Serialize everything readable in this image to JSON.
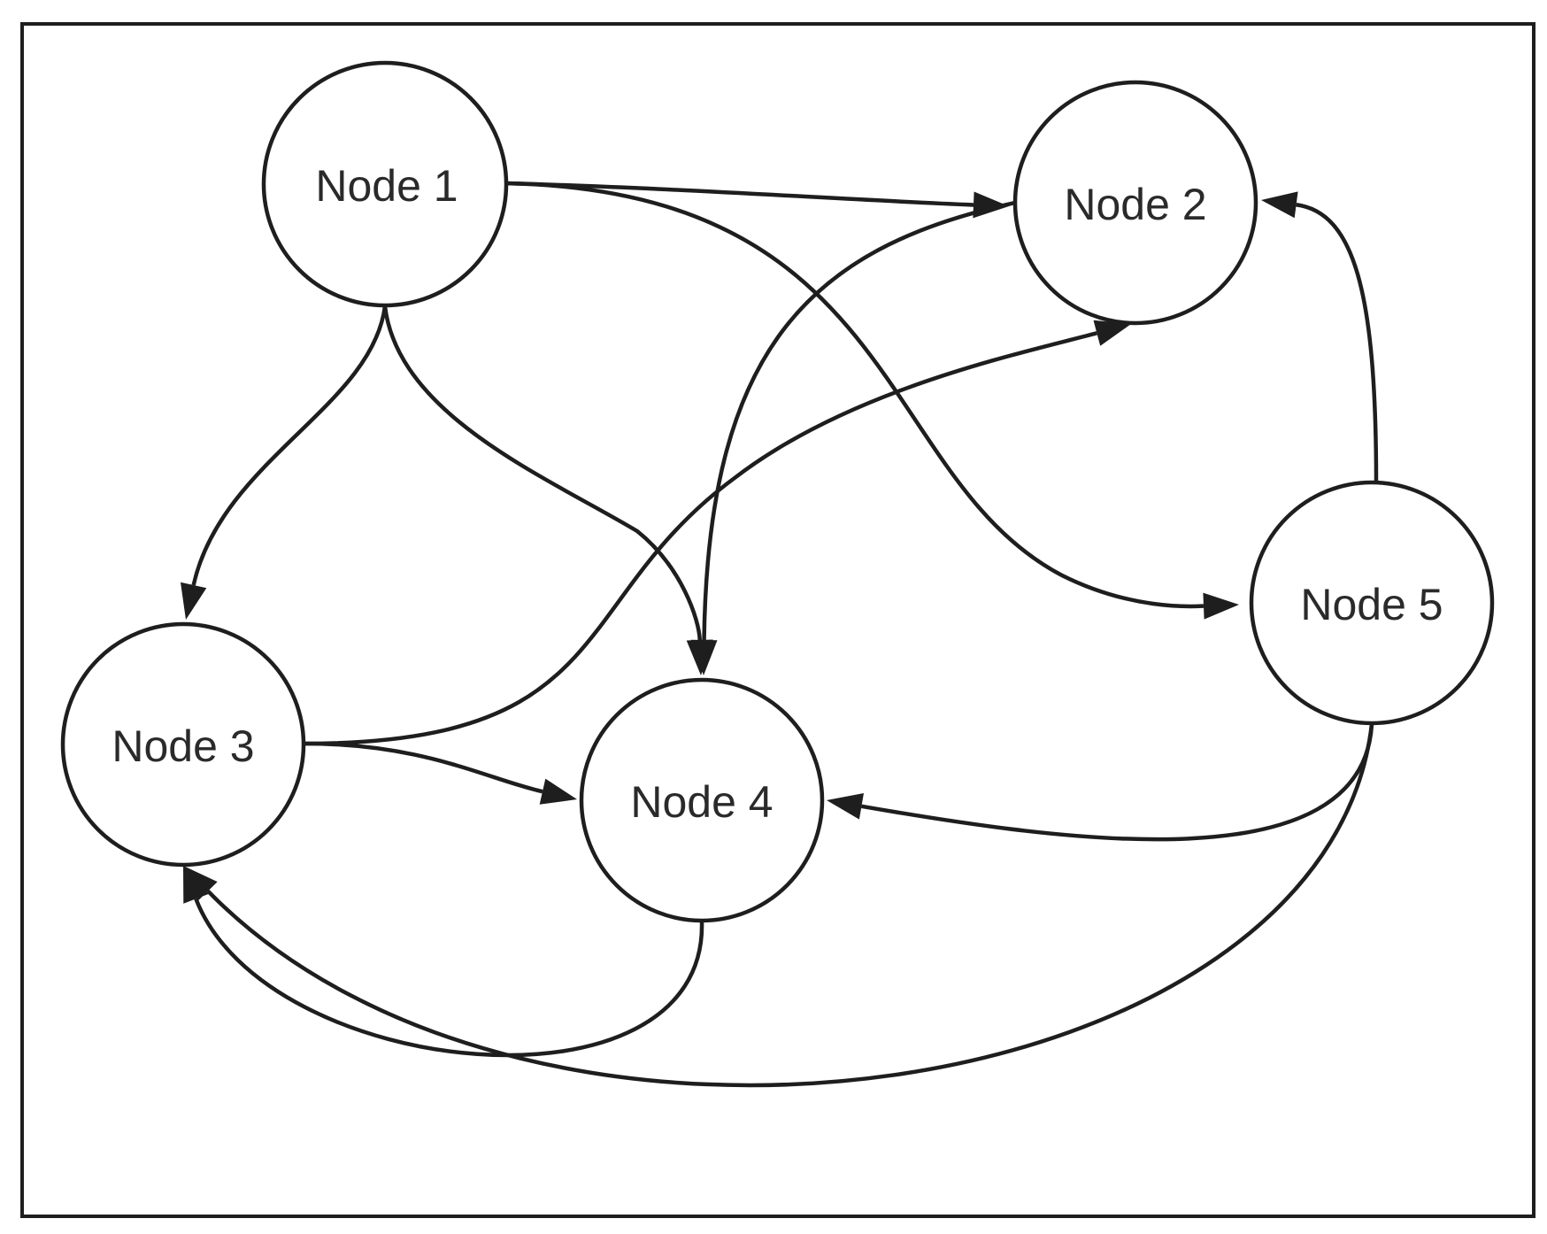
{
  "diagram": {
    "nodes": [
      {
        "id": "n1",
        "label": "Node 1"
      },
      {
        "id": "n2",
        "label": "Node 2"
      },
      {
        "id": "n3",
        "label": "Node 3"
      },
      {
        "id": "n4",
        "label": "Node 4"
      },
      {
        "id": "n5",
        "label": "Node 5"
      }
    ],
    "edges": [
      {
        "from": "n1",
        "to": "n2"
      },
      {
        "from": "n1",
        "to": "n5"
      },
      {
        "from": "n1",
        "to": "n3"
      },
      {
        "from": "n1",
        "to": "n4"
      },
      {
        "from": "n2",
        "to": "n4"
      },
      {
        "from": "n3",
        "to": "n2"
      },
      {
        "from": "n3",
        "to": "n4"
      },
      {
        "from": "n5",
        "to": "n2"
      },
      {
        "from": "n5",
        "to": "n4"
      },
      {
        "from": "n4",
        "to": "n3"
      },
      {
        "from": "n5",
        "to": "n3"
      }
    ]
  }
}
